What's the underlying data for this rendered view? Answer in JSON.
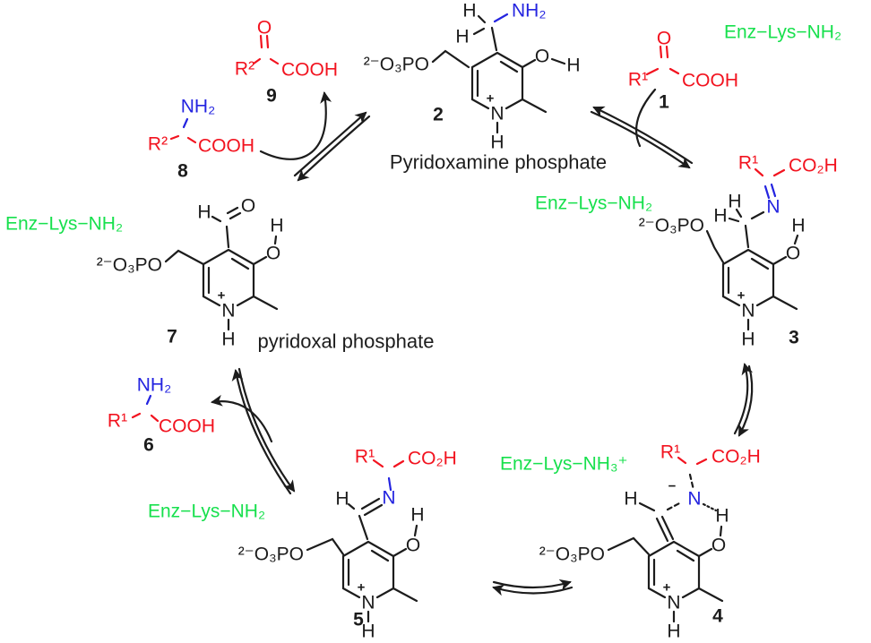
{
  "palette": {
    "bond_black": "#1c1c1c",
    "substrate_red": "#f2131f",
    "nitrogen_blue": "#2424e0",
    "enzyme_green": "#17e04d",
    "background": "#ffffff"
  },
  "atoms": {
    "O": "O",
    "H": "H",
    "N": "N",
    "plus": "+",
    "minus": "−",
    "NH2": "NH₂",
    "phosphate": "²⁻O₃PO",
    "R1": "R¹",
    "R2": "R²",
    "COOH": "COOH",
    "CO2H": "CO₂H"
  },
  "labels": {
    "enz_lys_nh2": "Enz−Lys−NH₂",
    "enz_lys_nh3": "Enz−Lys−NH₃⁺",
    "pyridoxamine_phosphate": "Pyridoxamine phosphate",
    "pyridoxal_phosphate": "pyridoxal phosphate"
  },
  "compounds": {
    "c1": "1",
    "c2": "2",
    "c3": "3",
    "c4": "4",
    "c5": "5",
    "c6": "6",
    "c7": "7",
    "c8": "8",
    "c9": "9"
  }
}
